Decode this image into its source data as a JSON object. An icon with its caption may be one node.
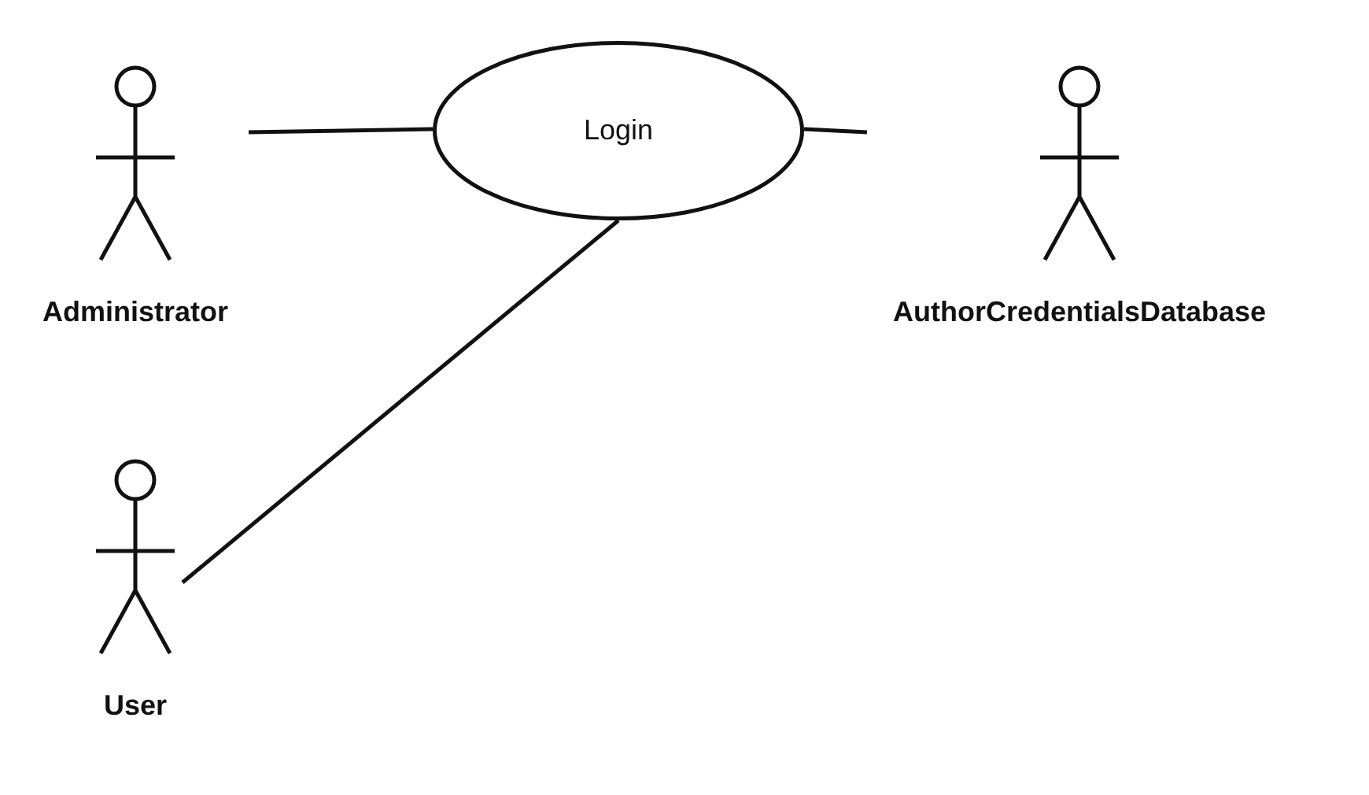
{
  "diagram": {
    "nodes": [
      {
        "text": [
          "Administrator"
        ]
      },
      {
        "text": [
          "Login"
        ]
      },
      {
        "text": [
          "AuthorCredentialsDatabase"
        ]
      },
      {
        "text": [
          "User"
        ]
      }
    ],
    "edges": [
      {
        "from": 0,
        "to": 1,
        "arrow": "none"
      },
      {
        "from": 1,
        "to": 2,
        "arrow": "none"
      },
      {
        "from": 3,
        "to": 1,
        "arrow": "none"
      }
    ]
  }
}
